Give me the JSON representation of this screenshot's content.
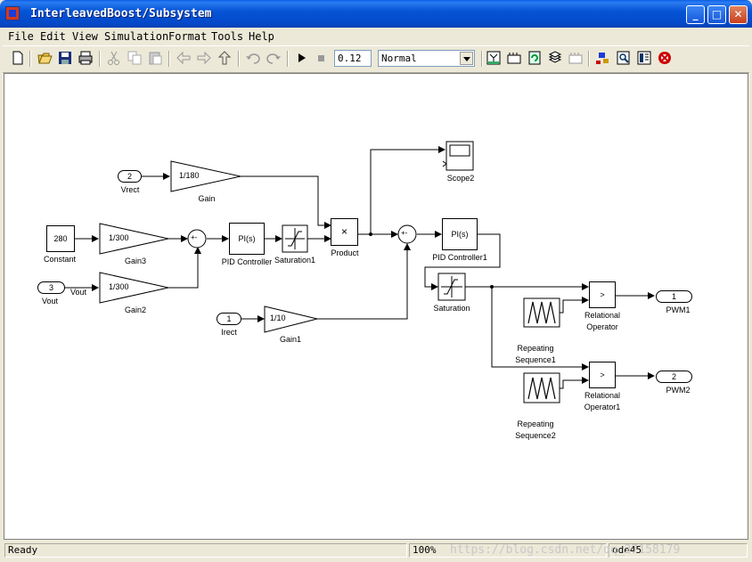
{
  "window": {
    "title": "InterleavedBoost/Subsystem"
  },
  "menu": [
    "File",
    "Edit",
    "View",
    "Simulation",
    "Format",
    "Tools",
    "Help"
  ],
  "toolbar": {
    "stop_time": "0.12",
    "sim_mode": "Normal"
  },
  "blocks": {
    "constant": {
      "value": "280",
      "label": "Constant"
    },
    "inport_vrect": {
      "num": "2",
      "label": "Vrect"
    },
    "inport_vout": {
      "num": "3",
      "label": "Vout",
      "signal": "Vout"
    },
    "inport_irect": {
      "num": "1",
      "label": "Irect"
    },
    "gain": {
      "value": "1/180",
      "label": "Gain"
    },
    "gain3": {
      "value": "1/300",
      "label": "Gain3"
    },
    "gain2": {
      "value": "1/300",
      "label": "Gain2"
    },
    "gain1": {
      "value": "1/10",
      "label": "Gain1"
    },
    "sum1_signs": "+-",
    "sum2_signs": "+-",
    "pid": {
      "value": "PI(s)",
      "label": "PID Controller"
    },
    "pid1": {
      "value": "PI(s)",
      "label": "PID Controller1"
    },
    "saturation1": {
      "label": "Saturation1"
    },
    "saturation": {
      "label": "Saturation"
    },
    "product": {
      "symbol": "×",
      "label": "Product"
    },
    "scope2": {
      "label": "Scope2"
    },
    "rel1": {
      "symbol": ">",
      "label1": "Relational",
      "label2": "Operator"
    },
    "rel2": {
      "symbol": ">",
      "label1": "Relational",
      "label2": "Operator1"
    },
    "rep1": {
      "label1": "Repeating",
      "label2": "Sequence1"
    },
    "rep2": {
      "label1": "Repeating",
      "label2": "Sequence2"
    },
    "outport_pwm1": {
      "num": "1",
      "label": "PWM1"
    },
    "outport_pwm2": {
      "num": "2",
      "label": "PWM2"
    }
  },
  "status": {
    "ready": "Ready",
    "zoom": "100%",
    "solver": "ode45",
    "watermark": "https://blog.csdn.net/qq_27158179"
  }
}
